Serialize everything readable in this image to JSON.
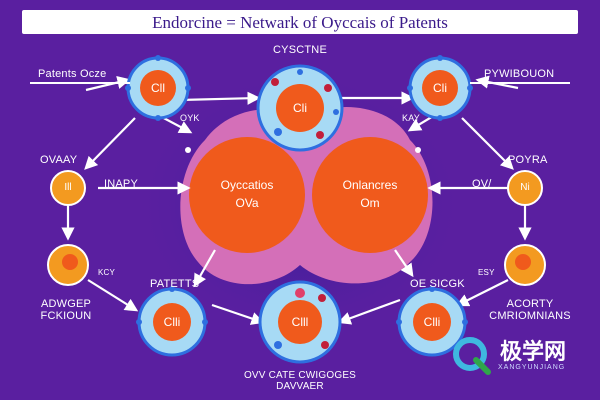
{
  "title": "Endorcine = Netwark of Oyccais of Patents",
  "labels": {
    "top_center": "CYSCTNE",
    "top_left": "Patents Ocze",
    "top_right": "PYWIBOUON",
    "left_mid": "OVAAY",
    "right_mid": "POYRA",
    "arrow_left_top": "OYK",
    "arrow_right_top": "KAY",
    "arrow_left_mid": "INAPY",
    "arrow_right_mid": "OV/",
    "lower_left_mid": "PATETTS",
    "lower_left_small": "KCY",
    "bottom_left_l1": "ADWGEP",
    "bottom_left_l2": "FCKIOUN",
    "bottom_center_l1": "OVV CATE CWIGOGES",
    "bottom_center_l2": "DAVVAER",
    "lower_right_mid": "OE SICGK",
    "lower_right_small": "ESY",
    "bottom_right_l1": "ACORTY",
    "bottom_right_l2": "CMRIOMNIANS"
  },
  "circles": {
    "top_left": "Cll",
    "top_center": "Cli",
    "top_right": "Cli",
    "left_small_top": "Ill",
    "left_small_bottom": "",
    "right_small_top": "Ni",
    "right_small_bottom": "",
    "bottom_left": "Clli",
    "bottom_center": "Clll",
    "bottom_right": "Clli"
  },
  "center": {
    "left_line1": "Oyccatios",
    "left_line2": "OVa",
    "right_line1": "Onlancres",
    "right_line2": "Om"
  },
  "logo": {
    "text": "极学网",
    "sub": "XANGYUNJIANG"
  },
  "colors": {
    "background": "#5a1fa0",
    "pink_blob": "#d46fb8",
    "orange": "#f05a1c",
    "orange_small": "#f39a20",
    "light_blue": "#a7daf5",
    "ring_blue": "#2e6fe0",
    "arrow": "#ffffff"
  }
}
